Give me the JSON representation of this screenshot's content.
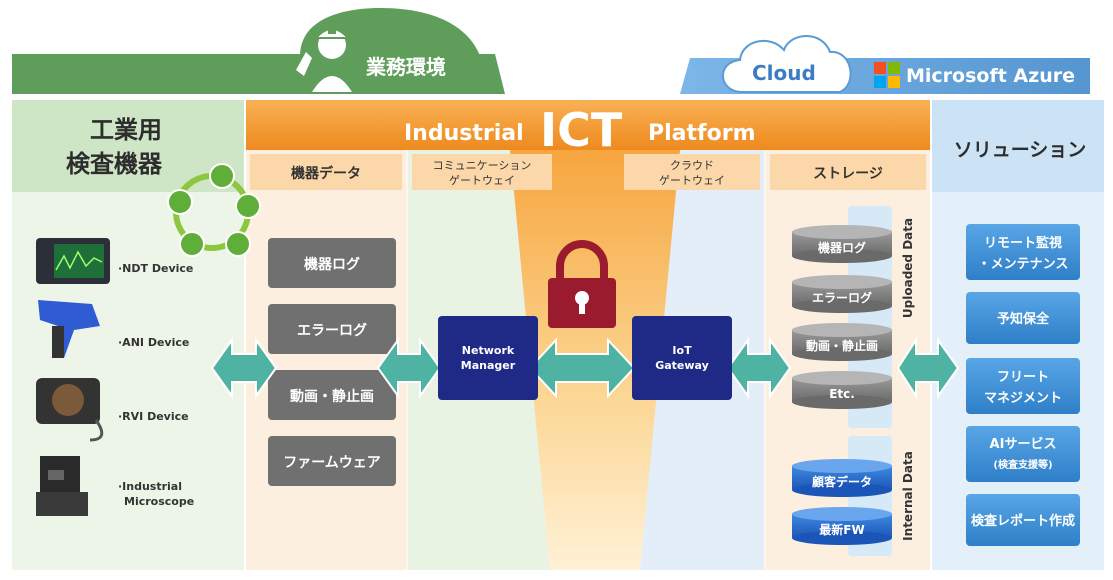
{
  "banners": {
    "work_env": "業務環境",
    "cloud": "Cloud",
    "azure": "Microsoft Azure"
  },
  "platform": {
    "prefix": "Industrial",
    "main": "ICT",
    "suffix": "Platform"
  },
  "left": {
    "title_line1": "工業用",
    "title_line2": "検査機器",
    "devices": [
      {
        "label": "·NDT Device"
      },
      {
        "label": "·ANI Device"
      },
      {
        "label": "·RVI Device"
      },
      {
        "label_line1": "·Industrial",
        "label_line2": "Microscope"
      }
    ]
  },
  "columns": {
    "device_data": {
      "header": "機器データ",
      "items": [
        "機器ログ",
        "エラーログ",
        "動画・静止画",
        "ファームウェア"
      ]
    },
    "comm_gateway": {
      "header_line1": "コミュニケーション",
      "header_line2": "ゲートウェイ",
      "box_line1": "Network",
      "box_line2": "Manager"
    },
    "cloud_gateway": {
      "header_line1": "クラウド",
      "header_line2": "ゲートウェイ",
      "box_line1": "IoT",
      "box_line2": "Gateway"
    },
    "storage": {
      "header": "ストレージ",
      "uploaded_label": "Uploaded Data",
      "uploaded": [
        "機器ログ",
        "エラーログ",
        "動画・静止画",
        "Etc."
      ],
      "internal_label": "Internal Data",
      "internal": [
        "顧客データ",
        "最新FW"
      ]
    }
  },
  "solutions": {
    "header": "ソリューション",
    "items": [
      {
        "line1": "リモート監視",
        "line2": "・メンテナンス"
      },
      {
        "line1": "予知保全"
      },
      {
        "line1": "フリート",
        "line2": "マネジメント"
      },
      {
        "line1": "AIサービス",
        "line2": "(検査支援等)"
      },
      {
        "line1": "検査レポート作成"
      }
    ]
  },
  "colors": {
    "green_banner": "#5f9e5a",
    "cloud_banner": "#5b9bd5",
    "platform_orange": "#f28e1c",
    "header_peach": "#fbd7a9",
    "navy_box": "#1f2a86",
    "teal_arrow": "#4fb3a4",
    "lock": "#9b1b2e",
    "solution_blue": "#3e8fd6"
  },
  "icons": [
    "worker-icon",
    "cloud-icon",
    "microsoft-logo-icon",
    "lock-icon",
    "cycle-icon"
  ]
}
